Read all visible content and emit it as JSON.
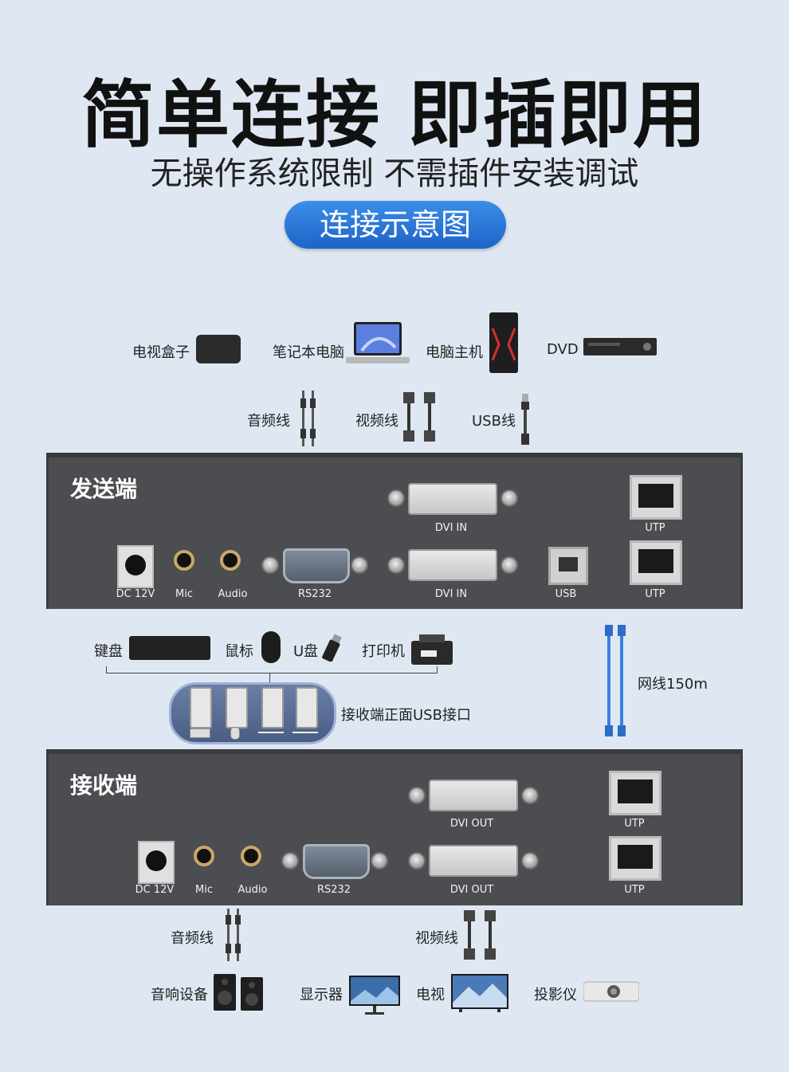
{
  "header": {
    "title": "简单连接 即插即用",
    "subtitle": "无操作系统限制  不需插件安装调试",
    "badge": "连接示意图"
  },
  "sources": {
    "tv_box": "电视盒子",
    "laptop": "笔记本电脑",
    "pc": "电脑主机",
    "dvd": "DVD"
  },
  "top_cables": {
    "audio": "音频线",
    "video": "视频线",
    "usb": "USB线"
  },
  "sender": {
    "title": "发送端",
    "dvi_in_1": "DVI IN",
    "dvi_in_2": "DVI IN",
    "utp_1": "UTP",
    "utp_2": "UTP",
    "dc": "DC 12V",
    "mic": "Mic",
    "audio": "Audio",
    "rs232": "RS232",
    "usb": "USB"
  },
  "peripherals": {
    "keyboard": "键盘",
    "mouse": "鼠标",
    "udisk": "U盘",
    "printer": "打印机",
    "usb_front": "接收端正面USB接口",
    "network": "网线150m"
  },
  "receiver": {
    "title": "接收端",
    "dvi_out_1": "DVI OUT",
    "dvi_out_2": "DVI OUT",
    "utp_1": "UTP",
    "utp_2": "UTP",
    "dc": "DC 12V",
    "mic": "Mic",
    "audio": "Audio",
    "rs232": "RS232"
  },
  "bottom_cables": {
    "audio": "音频线",
    "video": "视频线"
  },
  "outputs": {
    "speakers": "音响设备",
    "monitor": "显示器",
    "tv": "电视",
    "projector": "投影仪"
  }
}
